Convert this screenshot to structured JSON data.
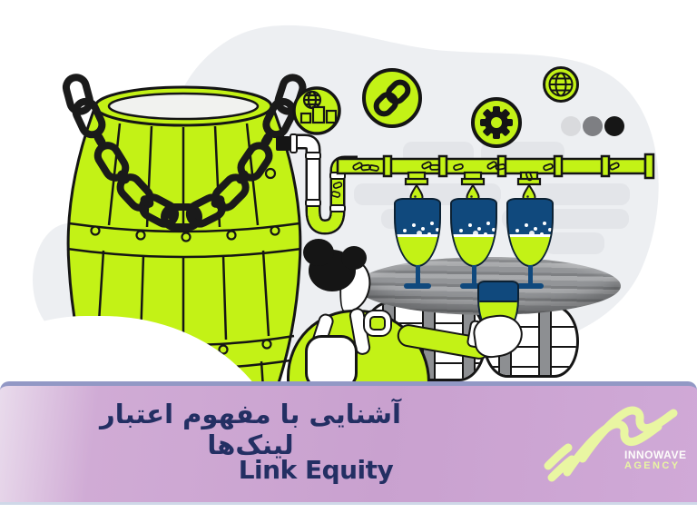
{
  "banner": {
    "title_fa": "آشنایی با مفهوم اعتبار لینک‌ها",
    "title_en": "Link Equity",
    "text_color": "#232f63",
    "background_gradient": [
      "#e9dbec",
      "#c9a1cf",
      "#d0a9d7"
    ],
    "top_border_color": "#9298c5"
  },
  "logo": {
    "line1": "INNOWAVE",
    "line2": "AGENCY",
    "wave_color": "#e9f6a2",
    "line1_color": "#fdfdfa",
    "line2_color": "#e9f6a2"
  },
  "icons": {
    "badges": [
      {
        "name": "analytics-globe-icon"
      },
      {
        "name": "chain-link-icon"
      },
      {
        "name": "gear-icon"
      },
      {
        "name": "globe-icon"
      }
    ],
    "dots": [
      "#d9dadd",
      "#7e7f83",
      "#161616"
    ]
  },
  "colors": {
    "lime": "#c3f216",
    "glass_navy": "#10497d",
    "outline_black": "#151515",
    "blob_gray": "#edeff2",
    "bar_gray": "#e3e5e9",
    "table_gray": "#939598",
    "logo_pale_lime": "#e9f6a2"
  }
}
